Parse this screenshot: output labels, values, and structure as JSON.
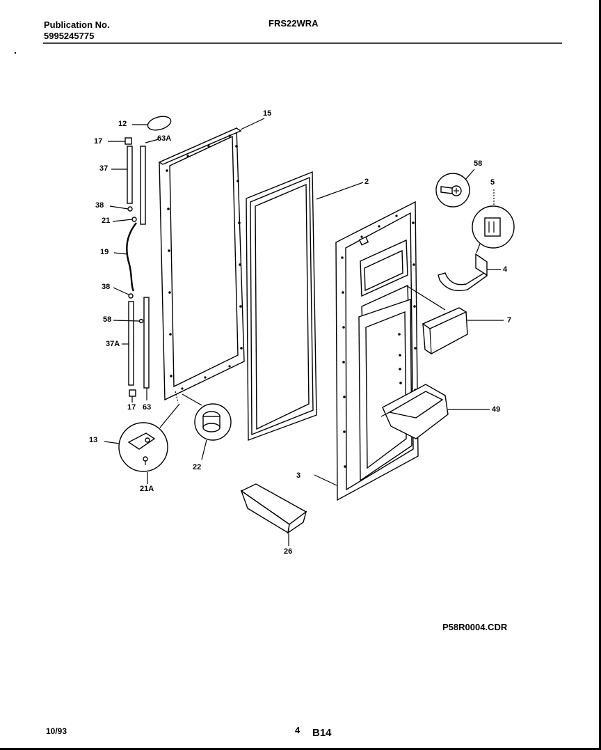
{
  "header": {
    "publication_label": "Publication No.",
    "publication_number": "5995245775",
    "model": "FRS22WRA"
  },
  "footer": {
    "date": "10/93",
    "page": "4",
    "section": "B14",
    "drawing_file": "P58R0004.CDR"
  },
  "callouts": {
    "c12": "12",
    "c17_top": "17",
    "c63A": "63A",
    "c37": "37",
    "c38_top": "38",
    "c21": "21",
    "c19": "19",
    "c38_bottom": "38",
    "c58_left": "58",
    "c37A": "37A",
    "c17_bottom": "17",
    "c63": "63",
    "c13": "13",
    "c21A": "21A",
    "c22": "22",
    "c15": "15",
    "c2": "2",
    "c3": "3",
    "c26": "26",
    "c58_right": "58",
    "c5": "5",
    "c4": "4",
    "c7": "7",
    "c49": "49"
  }
}
